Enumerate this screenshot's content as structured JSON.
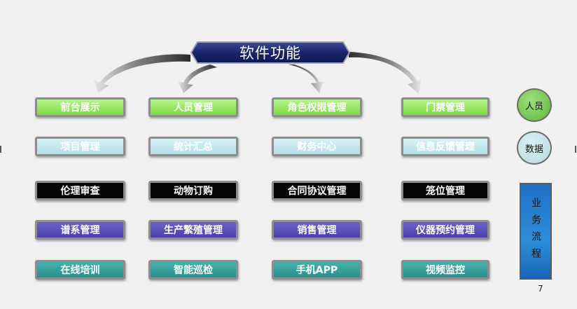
{
  "title": "软件功能",
  "modules": [
    {
      "label": "前台展示",
      "col": 0,
      "row": 0,
      "style": "green"
    },
    {
      "label": "人员管理",
      "col": 1,
      "row": 0,
      "style": "green"
    },
    {
      "label": "角色权限管理",
      "col": 2,
      "row": 0,
      "style": "green"
    },
    {
      "label": "门禁管理",
      "col": 3,
      "row": 0,
      "style": "green"
    },
    {
      "label": "项目管理",
      "col": 0,
      "row": 1,
      "style": "light"
    },
    {
      "label": "统计汇总",
      "col": 1,
      "row": 1,
      "style": "light"
    },
    {
      "label": "财务中心",
      "col": 2,
      "row": 1,
      "style": "light"
    },
    {
      "label": "信息反馈管理",
      "col": 3,
      "row": 1,
      "style": "light"
    },
    {
      "label": "伦理审查",
      "col": 0,
      "row": 2,
      "style": "black"
    },
    {
      "label": "动物订购",
      "col": 1,
      "row": 2,
      "style": "black"
    },
    {
      "label": "合同协议管理",
      "col": 2,
      "row": 2,
      "style": "black"
    },
    {
      "label": "笼位管理",
      "col": 3,
      "row": 2,
      "style": "black"
    },
    {
      "label": "谱系管理",
      "col": 0,
      "row": 3,
      "style": "purple"
    },
    {
      "label": "生产繁殖管理",
      "col": 1,
      "row": 3,
      "style": "purple"
    },
    {
      "label": "销售管理",
      "col": 2,
      "row": 3,
      "style": "purple"
    },
    {
      "label": "仪器预约管理",
      "col": 3,
      "row": 3,
      "style": "purple"
    },
    {
      "label": "在线培训",
      "col": 0,
      "row": 4,
      "style": "teal"
    },
    {
      "label": "智能巡检",
      "col": 1,
      "row": 4,
      "style": "teal"
    },
    {
      "label": "手机APP",
      "col": 2,
      "row": 4,
      "style": "teal"
    },
    {
      "label": "视频监控",
      "col": 3,
      "row": 4,
      "style": "teal"
    }
  ],
  "legend": {
    "people": "人员",
    "data": "数据",
    "flow": "业务流程"
  },
  "page_number": "7",
  "colors": {
    "banner": "#1c2a6e",
    "green": "#8fe255",
    "light": "#c5e8ee",
    "black": "#050505",
    "purple": "#5a4eb8",
    "teal": "#35a09e",
    "flow": "#2a86d4"
  }
}
